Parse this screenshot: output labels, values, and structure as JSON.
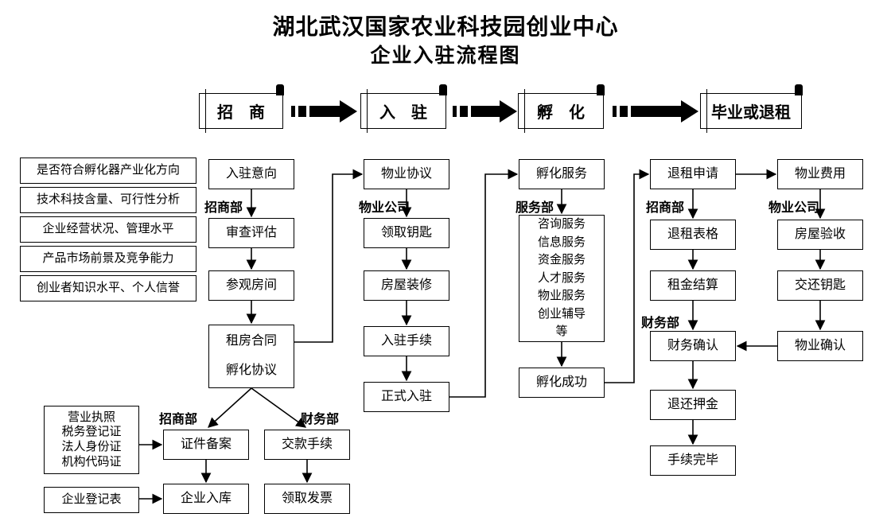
{
  "title": {
    "line1": "湖北武汉国家农业科技园创业中心",
    "line2": "企业入驻流程图"
  },
  "stages": {
    "recruit": "招　商",
    "movein": "入　驻",
    "incubate": "孵　化",
    "exit": "毕业或退租"
  },
  "criteria": [
    "是否符合孵化器产业化方向",
    "技术科技含量、可行性分析",
    "企业经营状况、管理水平",
    "产品市场前景及竞争能力",
    "创业者知识水平、个人信誉"
  ],
  "recruit_flow": {
    "dept": "招商部",
    "intention": "入驻意向",
    "review": "审查评估",
    "visit": "参观房间",
    "contract": "租房合同\n孵化协议",
    "docs": "营业执照\n税务登记证\n法人身份证\n机构代码证",
    "reg_form": "企业登记表",
    "dept_filing": "招商部",
    "dept_finance": "财务部",
    "filing": "证件备案",
    "payment": "交款手续",
    "warehouse": "企业入库",
    "invoice": "领取发票"
  },
  "movein_flow": {
    "dept": "物业公司",
    "agreement": "物业协议",
    "keys": "领取钥匙",
    "decoration": "房屋装修",
    "procedure": "入驻手续",
    "official": "正式入驻"
  },
  "incubate_flow": {
    "dept": "服务部",
    "service": "孵化服务",
    "services_list": "咨询服务\n信息服务\n资金服务\n人才服务\n物业服务\n创业辅导\n等",
    "success": "孵化成功"
  },
  "exit_flow": {
    "dept": "招商部",
    "dept_finance": "财务部",
    "application": "退租申请",
    "form": "退租表格",
    "settlement": "租金结算",
    "finance_confirm": "财务确认",
    "deposit": "退还押金",
    "complete": "手续完毕"
  },
  "property_flow": {
    "dept": "物业公司",
    "fee": "物业费用",
    "inspection": "房屋验收",
    "return_keys": "交还钥匙",
    "confirm": "物业确认"
  },
  "colors": {
    "line": "#000000",
    "background": "#ffffff"
  }
}
